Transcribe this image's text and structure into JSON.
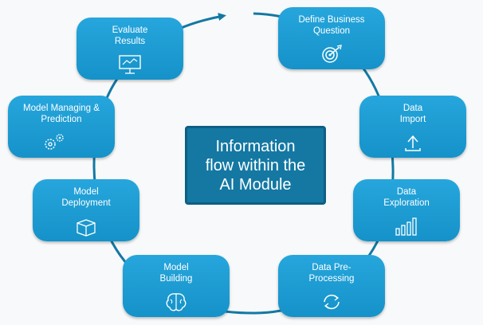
{
  "center_title": "Information\nflow within the\nAI Module",
  "colors": {
    "node": "#1a9ad2",
    "center": "#1478a3",
    "arrow": "#1478a3"
  },
  "nodes": [
    {
      "label": "Define Business\nQuestion",
      "icon": "target-icon"
    },
    {
      "label": "Data\nImport",
      "icon": "upload-icon"
    },
    {
      "label": "Data\nExploration",
      "icon": "bar-chart-icon"
    },
    {
      "label": "Data Pre-\nProcessing",
      "icon": "cycle-arrows-icon"
    },
    {
      "label": "Model\nBuilding",
      "icon": "brain-icon"
    },
    {
      "label": "Model\nDeployment",
      "icon": "box-icon"
    },
    {
      "label": "Model Managing &\nPrediction",
      "icon": "gears-icon"
    },
    {
      "label": "Evaluate\nResults",
      "icon": "presentation-board-icon"
    }
  ]
}
